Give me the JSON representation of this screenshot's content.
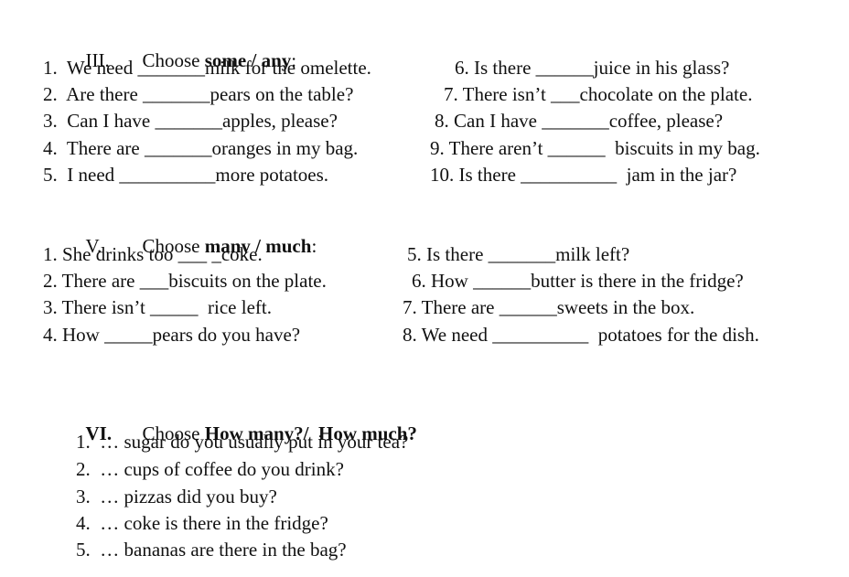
{
  "section3": {
    "num": "III.",
    "intro": "Choose ",
    "bold": "some / any",
    "tail": ":",
    "left": [
      "1.  We need _______milk for the omelette.",
      "2.  Are there _______pears on the table?",
      "3.  Can I have _______apples, please?",
      "4.  There are _______oranges in my bag.",
      "5.  I need __________more potatoes."
    ],
    "right": [
      "6. Is there ______juice in his glass?",
      "7. There isn’t ___chocolate on the plate.",
      "8. Can I have _______coffee, please?",
      "9. There aren’t ______  biscuits in my bag.",
      "10. Is there __________  jam in the jar?"
    ]
  },
  "section5": {
    "num": "V.",
    "intro": "Choose ",
    "bold": "many / much",
    "tail": ":",
    "left": [
      "1. She drinks too ___ _coke.",
      "2. There are ___biscuits on the plate.",
      "3. There isn’t _____  rice left.",
      "4. How _____pears do you have?"
    ],
    "right": [
      "5. Is there _______milk left?",
      "6. How ______butter is there in the fridge?",
      "7. There are ______sweets in the box.",
      "8. We need __________  potatoes for the dish."
    ]
  },
  "section6": {
    "num": "VI.",
    "intro": "Choose ",
    "bold": "How many?/  How much?",
    "items": [
      "1.  … sugar do you usually put in your tea?",
      "2.  … cups of coffee do you drink?",
      "3.  … pizzas did you buy?",
      "4.  … coke is there in the fridge?",
      "5.  … bananas are there in the bag?"
    ]
  }
}
